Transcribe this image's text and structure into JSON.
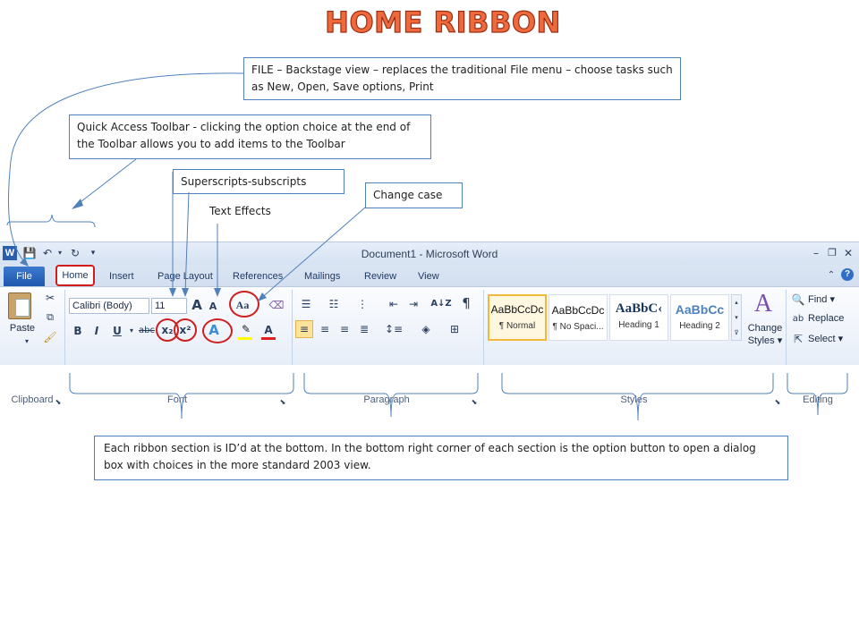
{
  "title": "HOME RIBBON",
  "callouts": {
    "file": "FILE – Backstage view – replaces the traditional File menu – choose tasks such as New, Open, Save options, Print",
    "qat": "Quick Access Toolbar - clicking the option choice at the end of the Toolbar allows you to add items to the Toolbar",
    "superscripts": "Superscripts-subscripts",
    "change_case": "Change case",
    "text_effects": "Text Effects",
    "sections": "Each ribbon section is ID’d at the bottom.  In the bottom  right corner of each section is the option button to open a dialog box with  choices in the more standard 2003 view."
  },
  "window": {
    "title": "Document1  -  Microsoft Word",
    "tabs": [
      "File",
      "Home",
      "Insert",
      "Page Layout",
      "References",
      "Mailings",
      "Review",
      "View"
    ]
  },
  "ribbon": {
    "clipboard": {
      "label": "Clipboard",
      "paste": "Paste"
    },
    "font": {
      "label": "Font",
      "font_name": "Calibri (Body)",
      "font_size": "11",
      "bold": "B",
      "italic": "I",
      "underline": "U",
      "strike": "abc",
      "subscript": "x₂",
      "superscript": "x²",
      "change_case": "Aa",
      "grow": "A",
      "shrink": "A",
      "effects": "A",
      "font_color": "A"
    },
    "paragraph": {
      "label": "Paragraph",
      "sort": "A↓Z",
      "pilcrow": "¶"
    },
    "styles": {
      "label": "Styles",
      "tiles": [
        {
          "sample": "AaBbCcDc",
          "name": "¶ Normal"
        },
        {
          "sample": "AaBbCcDc",
          "name": "¶ No Spaci..."
        },
        {
          "sample": "AaBbC‹",
          "name": "Heading 1"
        },
        {
          "sample": "AaBbCc",
          "name": "Heading 2"
        }
      ],
      "change_styles_1": "Change",
      "change_styles_2": "Styles ▾"
    },
    "editing": {
      "label": "Editing",
      "find": "Find ▾",
      "replace": "Replace",
      "select": "Select ▾"
    }
  },
  "colors": {
    "accent_border": "#4f81bd",
    "highlight": "#cc1f1f",
    "title": "#ee6a3d"
  }
}
